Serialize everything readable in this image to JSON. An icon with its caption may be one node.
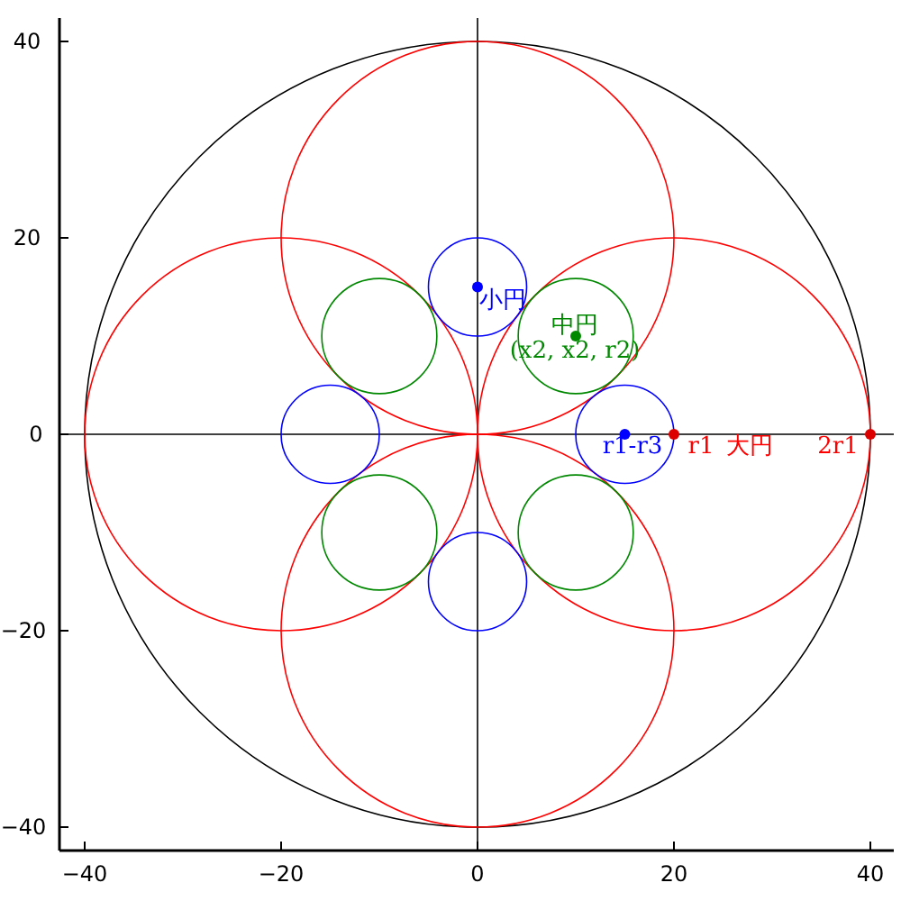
{
  "diagram": {
    "labels": [
      "40",
      "20",
      "0",
      "−20",
      "−40",
      "−40",
      "−20",
      "0",
      "20",
      "40",
      "小円",
      "中円",
      "(x2, x2, r2)",
      "r1-r3",
      "r1",
      "大円",
      "2r1"
    ]
  }
}
